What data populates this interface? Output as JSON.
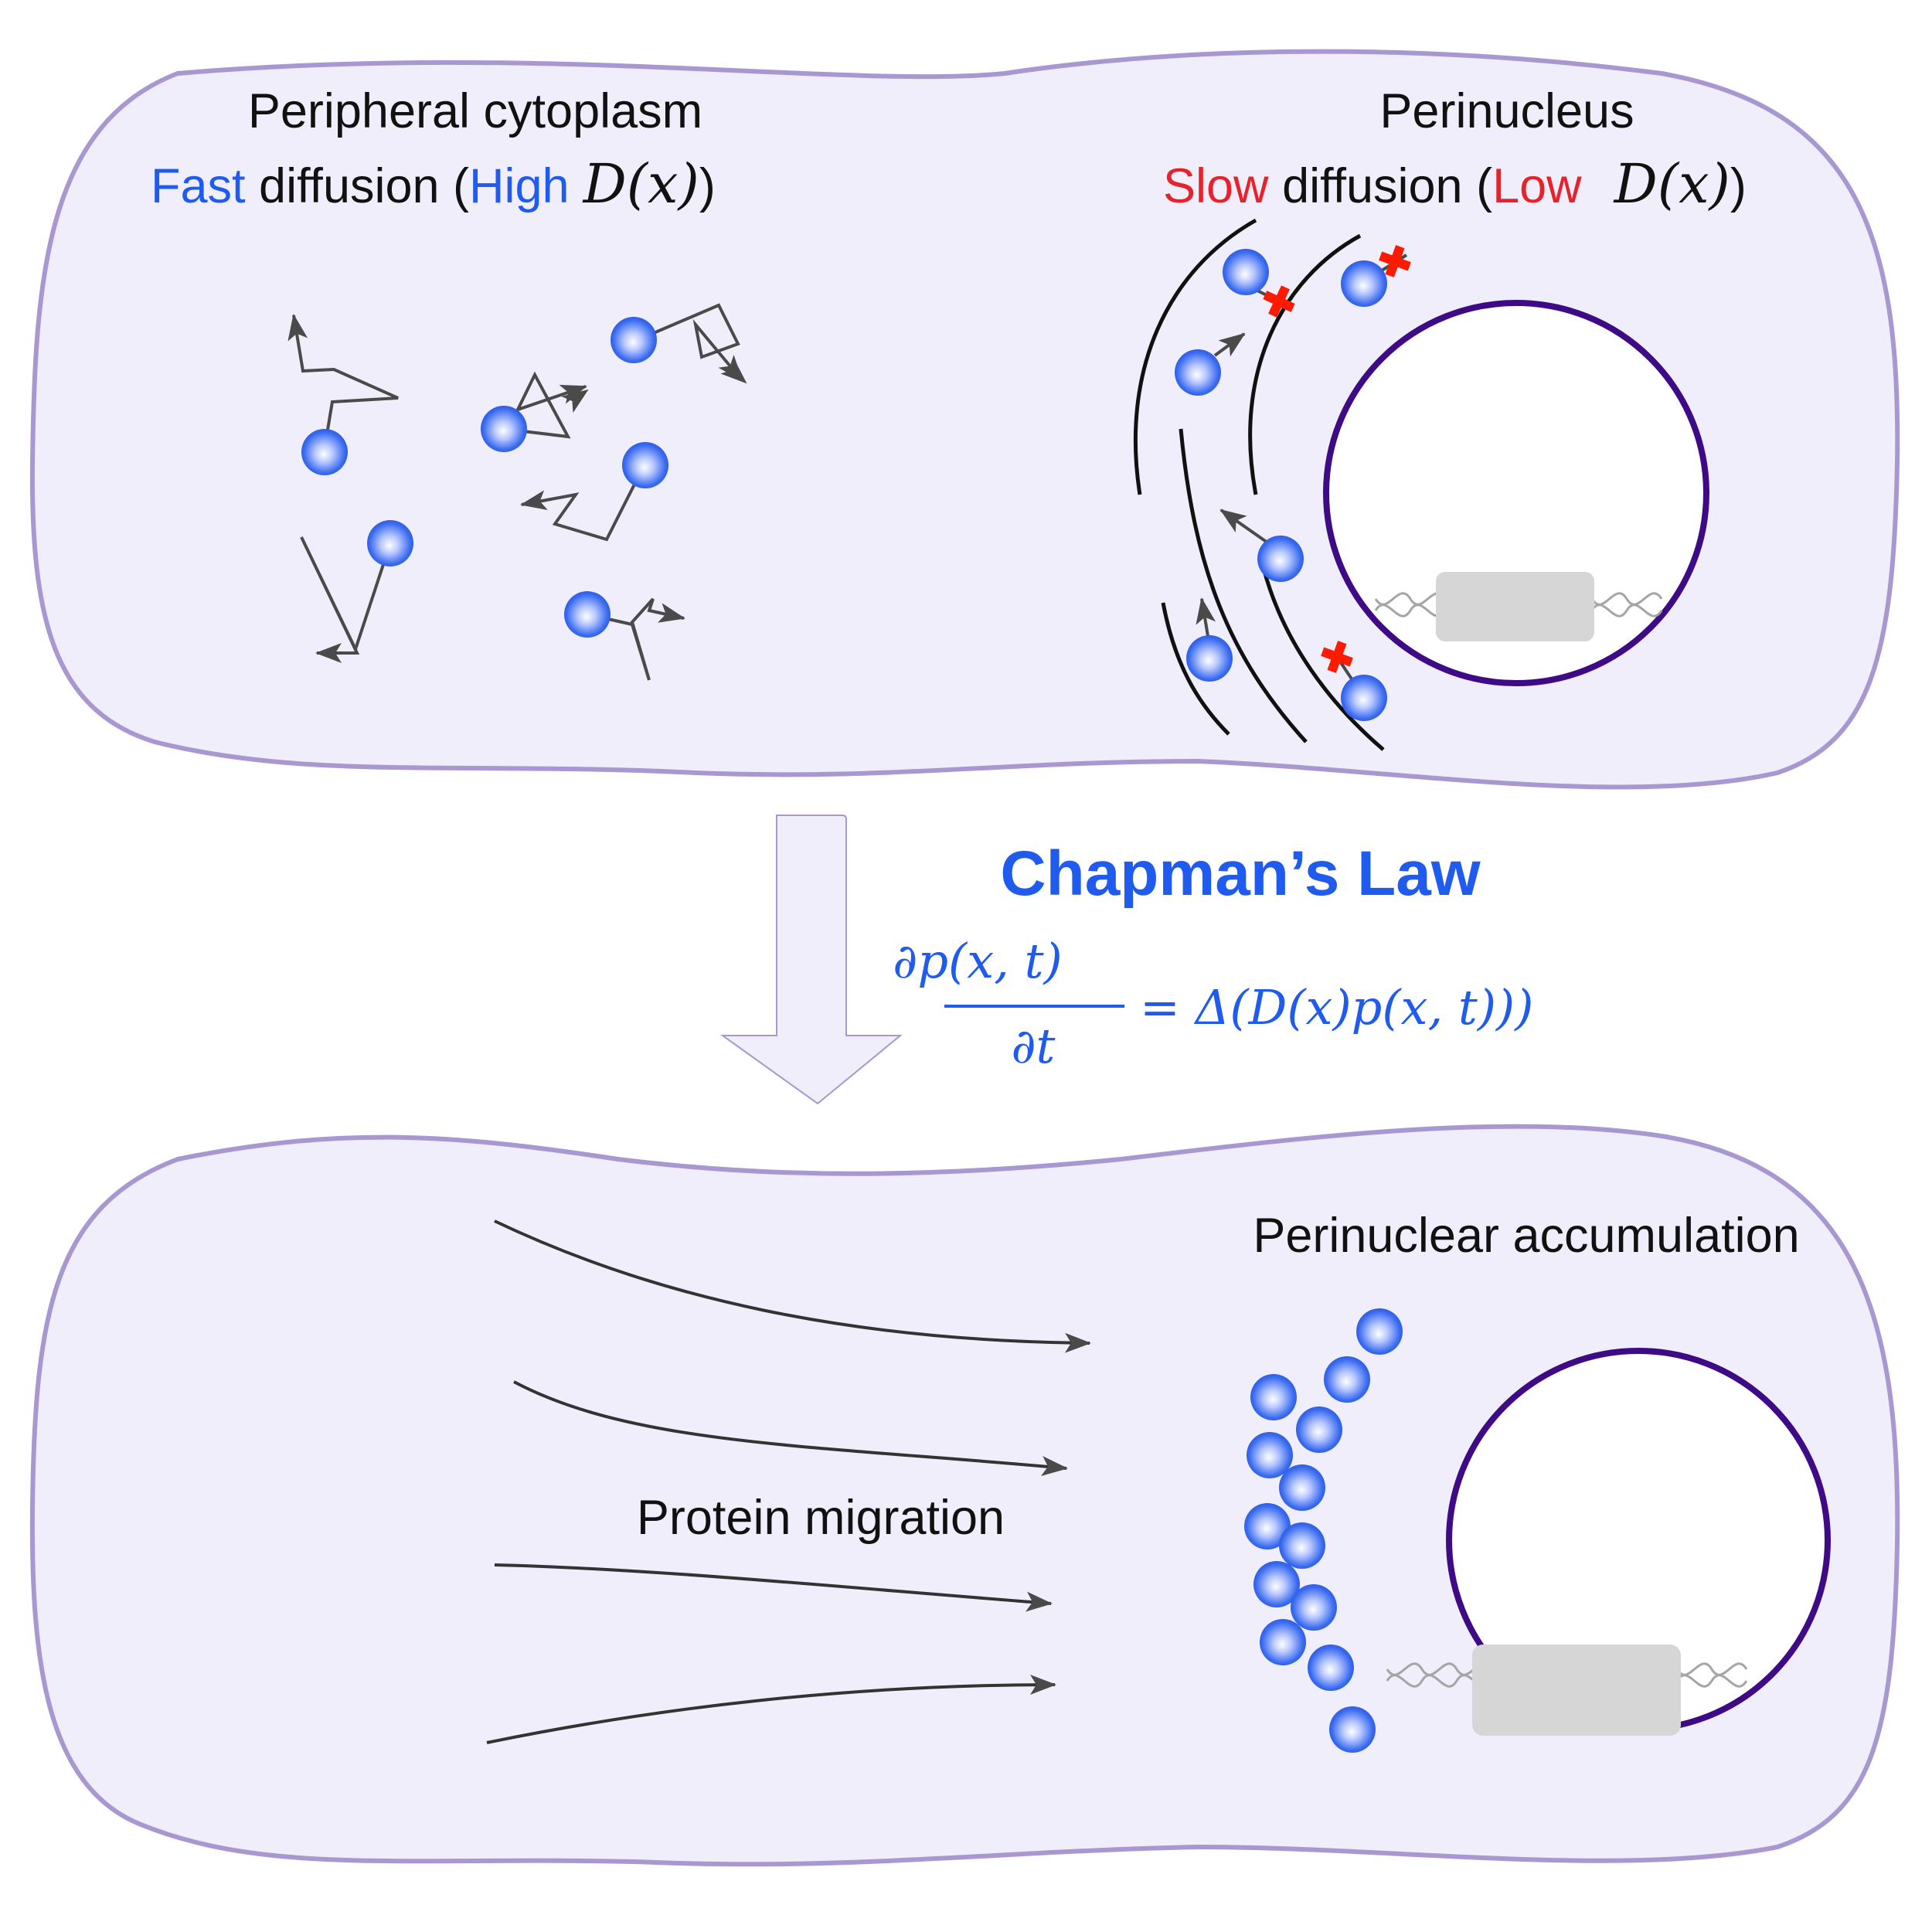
{
  "top_panel": {
    "left_label": {
      "line1": "Peripheral cytoplasm",
      "line2_a": "Fast",
      "line2_b": " diffusion (",
      "line2_c": "High",
      "line2_d": "D(x)",
      "line2_e": ")"
    },
    "right_label": {
      "line1": "Perinucleus",
      "line2_a": "Slow",
      "line2_b": " diffusion (",
      "line2_c": "Low",
      "line2_d": "D(x)",
      "line2_e": ")"
    }
  },
  "middle": {
    "law_title": "Chapman’s Law",
    "equation": {
      "numerator": "∂p(x, t)",
      "denominator": "∂t",
      "rhs": "= Δ(D(x)p(x, t)))"
    }
  },
  "bottom_panel": {
    "migration_label": "Protein migration",
    "accumulation_label": "Perinuclear accumulation"
  },
  "colors": {
    "cell_fill": "#efeefa",
    "cell_border": "#a897d0",
    "nucleus_border": "#3f0a85",
    "accent_blue": "#1f5bef",
    "accent_red": "#e8212a",
    "block_marker": "#ff1a00",
    "arrow_gray": "#4a4a4a",
    "protein_blue": "#3a6bf0"
  }
}
